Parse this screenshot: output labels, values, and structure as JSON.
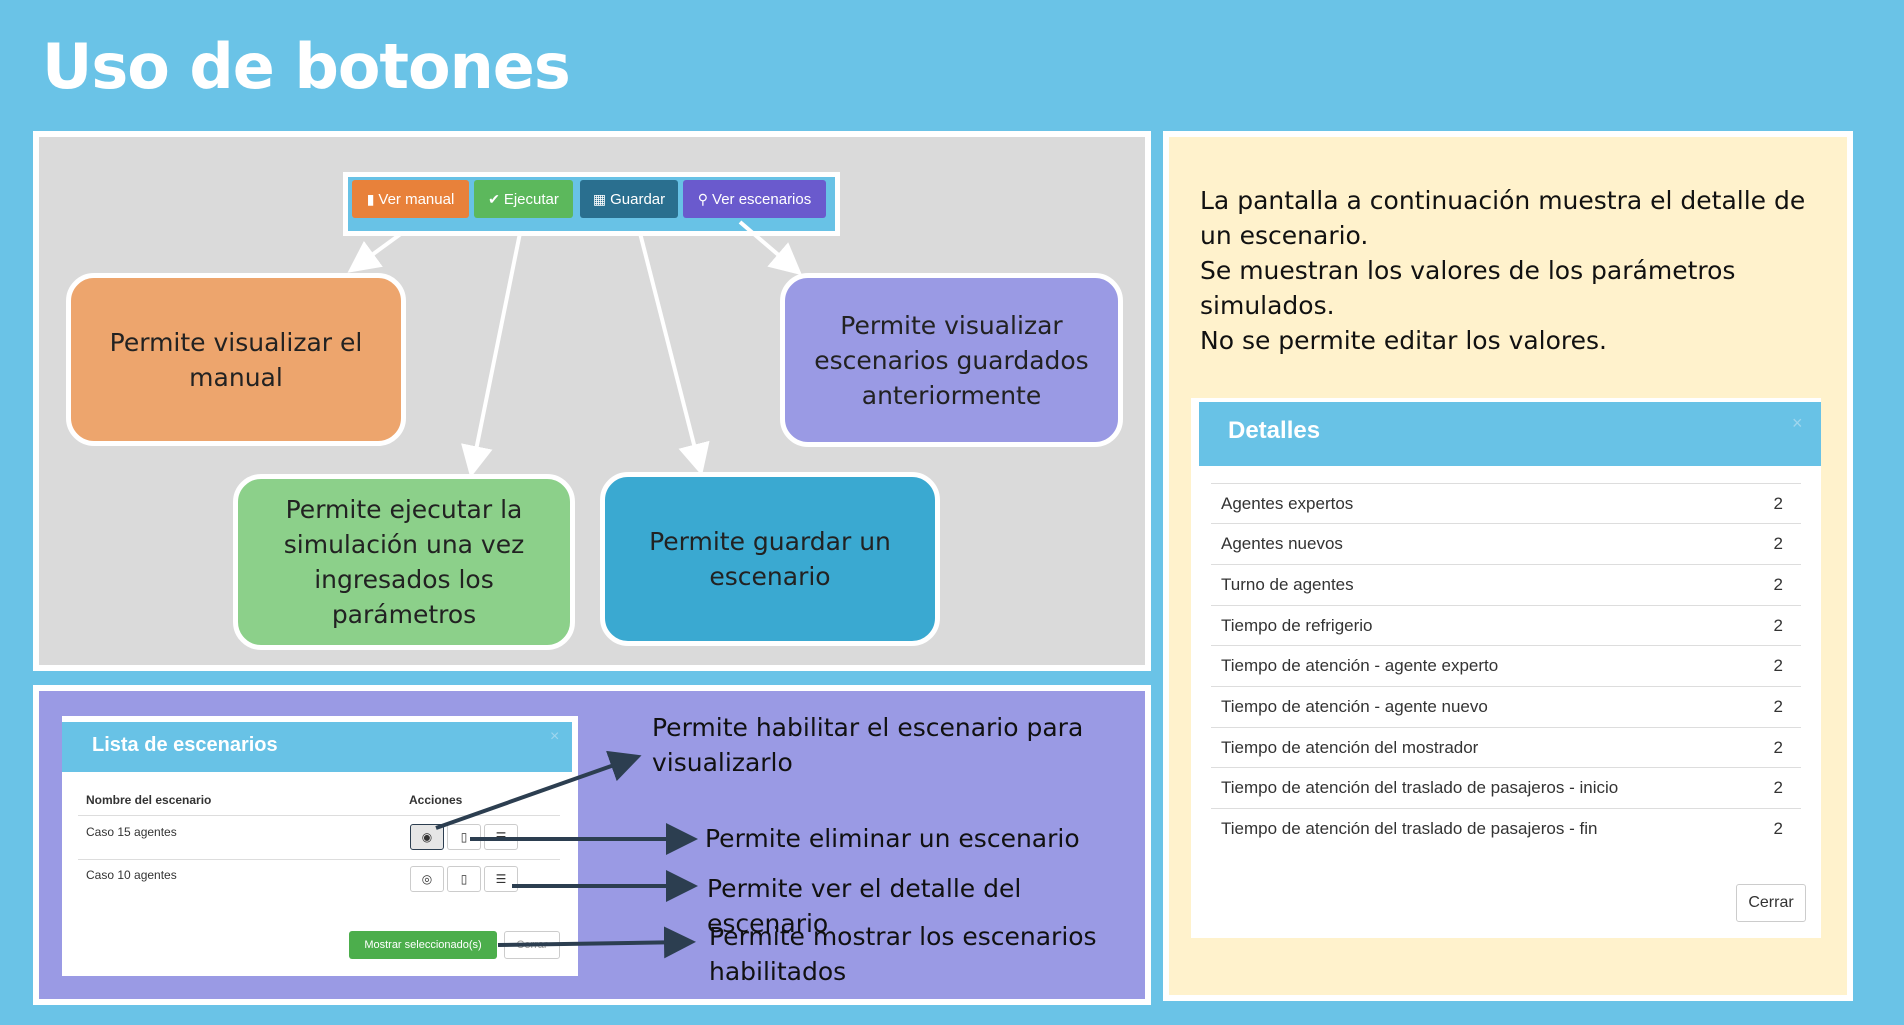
{
  "title": "Uso de botones",
  "toolbar": {
    "manual": {
      "icon": "book-icon",
      "label": "Ver manual",
      "color": "#e8813a"
    },
    "run": {
      "icon": "check-icon",
      "label": "Ejecutar",
      "color": "#5cb85c"
    },
    "save": {
      "icon": "floppy-icon",
      "label": "Guardar",
      "color": "#2a6f8f"
    },
    "scenarios": {
      "icon": "search-icon",
      "label": "Ver escenarios",
      "color": "#6a5acd"
    }
  },
  "bubbles": {
    "manual": {
      "text": "Permite visualizar el manual",
      "color": "#eda56d"
    },
    "run": {
      "text": "Permite ejecutar la simulación una vez ingresados los parámetros",
      "color": "#8cd08a"
    },
    "save": {
      "text": "Permite guardar un escenario",
      "color": "#3aa9d1"
    },
    "scenarios": {
      "text": "Permite visualizar escenarios guardados anteriormente",
      "color": "#9a9ae4"
    }
  },
  "scenario_list": {
    "title": "Lista de escenarios",
    "close": "×",
    "col_name": "Nombre del escenario",
    "col_actions": "Acciones",
    "rows": [
      {
        "name": "Caso 15 agentes"
      },
      {
        "name": "Caso 10 agentes"
      }
    ],
    "show_selected": "Mostrar seleccionado(s)",
    "cancel": "Cerrar"
  },
  "annotations": {
    "enable": "Permite habilitar el escenario para visualizarlo",
    "delete": "Permite eliminar un escenario",
    "detail": "Permite ver el detalle del escenario",
    "show": "Permite mostrar los escenarios habilitados"
  },
  "description": "La pantalla a continuación muestra el detalle de un escenario.\nSe muestran los valores de los parámetros simulados.\nNo se permite editar los valores.",
  "details": {
    "title": "Detalles",
    "close": "×",
    "rows": [
      {
        "label": "Agentes expertos",
        "value": "2"
      },
      {
        "label": "Agentes nuevos",
        "value": "2"
      },
      {
        "label": "Turno de agentes",
        "value": "2"
      },
      {
        "label": "Tiempo de refrigerio",
        "value": "2"
      },
      {
        "label": "Tiempo de atención - agente experto",
        "value": "2"
      },
      {
        "label": "Tiempo de atención - agente nuevo",
        "value": "2"
      },
      {
        "label": "Tiempo de atención del mostrador",
        "value": "2"
      },
      {
        "label": "Tiempo de atención del traslado de pasajeros - inicio",
        "value": "2"
      },
      {
        "label": "Tiempo de atención del traslado de pasajeros - fin",
        "value": "2"
      }
    ],
    "close_button": "Cerrar"
  }
}
